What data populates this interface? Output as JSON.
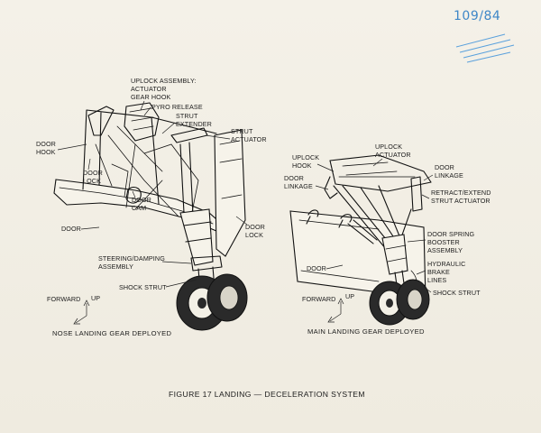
{
  "handwritten": {
    "page_number": "109/84"
  },
  "nose_gear": {
    "caption": "NOSE LANDING GEAR DEPLOYED",
    "labels": {
      "uplock_assembly": [
        "UPLOCK ASSEMBLY:",
        "ACTUATOR",
        "GEAR HOOK"
      ],
      "pyro_release": "PYRO RELEASE",
      "strut_extender": [
        "STRUT",
        "EXTENDER"
      ],
      "strut_actuator": [
        "STRUT",
        "ACTUATOR"
      ],
      "door_hook": [
        "DOOR",
        "HOOK"
      ],
      "door_lock_left": [
        "DOOR",
        "LOCK"
      ],
      "door_cam": [
        "DOOR",
        "CAM"
      ],
      "door": "DOOR",
      "door_lock_right": [
        "DOOR",
        "LOCK"
      ],
      "steering_damping": [
        "STEERING/DAMPING",
        "ASSEMBLY"
      ],
      "shock_strut": "SHOCK STRUT"
    },
    "direction": {
      "forward": "FORWARD",
      "up": "UP"
    }
  },
  "main_gear": {
    "caption": "MAIN LANDING GEAR DEPLOYED",
    "labels": {
      "uplock_actuator": [
        "UPLOCK",
        "ACTUATOR"
      ],
      "uplock_hook": [
        "UPLOCK",
        "HOOK"
      ],
      "door_linkage_left": [
        "DOOR",
        "LINKAGE"
      ],
      "door_linkage_right": [
        "DOOR",
        "LINKAGE"
      ],
      "retract_extend": [
        "RETRACT/EXTEND",
        "STRUT ACTUATOR"
      ],
      "door_spring": [
        "DOOR SPRING",
        "BOOSTER",
        "ASSEMBLY"
      ],
      "hydraulic_brake": [
        "HYDRAULIC",
        "BRAKE",
        "LINES"
      ],
      "door": "DOOR",
      "shock_strut": "SHOCK STRUT"
    },
    "direction": {
      "forward": "FORWARD",
      "up": "UP"
    }
  },
  "figure_caption": "FIGURE 17 LANDING — DECELERATION SYSTEM"
}
